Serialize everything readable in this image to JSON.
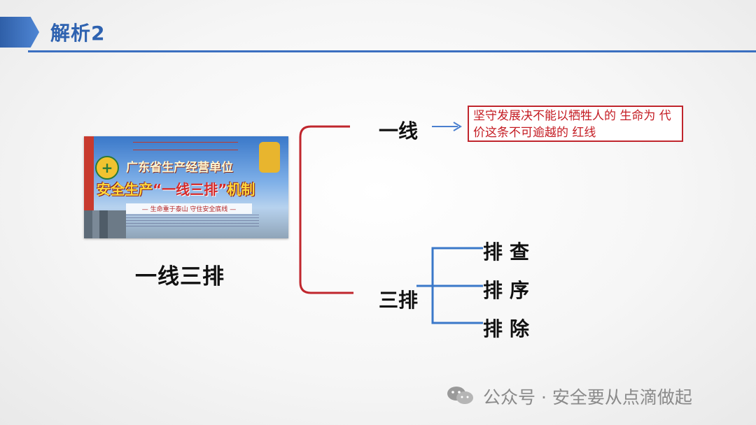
{
  "header": {
    "title": "解析2"
  },
  "poster": {
    "org_name": "广东省生产经营单位",
    "headline_prefix": "安全生产",
    "headline_highlight": "“一线三排”",
    "headline_suffix": "机制",
    "slogan": "— 生命重于泰山   守住安全底线 —"
  },
  "diagram": {
    "caption": "一线三排",
    "branch_line": {
      "label": "一线",
      "note": "坚守发展决不能以牺牲人的 生命为 代价这条不可逾越的 红线"
    },
    "branch_three": {
      "label": "三排",
      "items": [
        "排查",
        "排序",
        "排除"
      ]
    }
  },
  "colors": {
    "accent": "#2e62b0",
    "bracket_red": "#c0262d",
    "bracket_blue": "#3a78c9"
  },
  "watermark": {
    "text": "公众号 · 安全要从点滴做起"
  }
}
